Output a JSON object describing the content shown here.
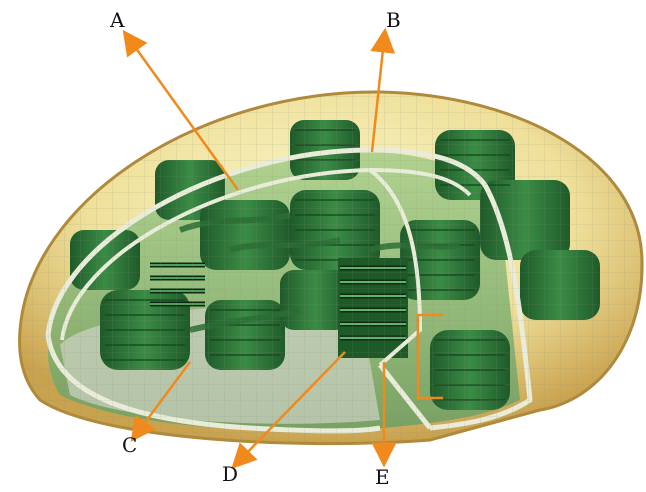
{
  "labels": {
    "a": "A",
    "b": "B",
    "c": "C",
    "d": "D",
    "e": "E"
  },
  "colors": {
    "arrow": "#f08a1c",
    "grana": "#2e7a3a",
    "stroma": "#7fb36a",
    "outer_membrane": "#d9b46a",
    "inner_membrane": "#e8ecd8",
    "grid": "#9aa08a"
  }
}
